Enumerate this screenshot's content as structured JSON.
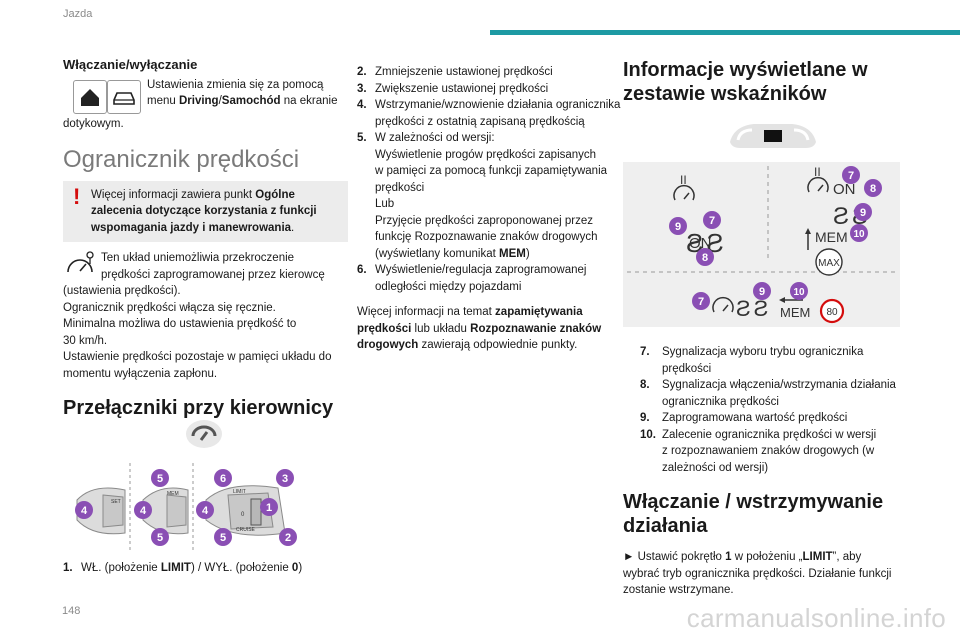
{
  "header": {
    "section": "Jazda",
    "page_number": "148"
  },
  "watermark": "carmanualsonline.info",
  "left": {
    "onoff_title": "Włączanie/wyłączanie",
    "onoff_text_1": "Ustawienia zmienia się za pomocą",
    "onoff_text_2a": "menu ",
    "onoff_text_2b": "Driving",
    "onoff_text_2c": "/",
    "onoff_text_2d": "Samochód",
    "onoff_text_2e": " na ekranie",
    "onoff_text_3": "dotykowym.",
    "limiter_title": "Ogranicznik prędkości",
    "warn_1a": "Więcej informacji zawiera punkt ",
    "warn_1b": "Ogólne",
    "warn_2": "zalecenia dotyczące korzystania z funkcji",
    "warn_3a": "wspomagania jazdy i manewrowania",
    "warn_3b": ".",
    "info_1": "Ten układ uniemożliwia przekroczenie",
    "info_2": "prędkości zaprogramowanej przez kierowcę",
    "info_3": "(ustawienia prędkości).",
    "para_1": "Ogranicznik prędkości włącza się ręcznie.",
    "para_2": "Minimalna możliwa do ustawienia prędkość to",
    "para_3": "30 km/h.",
    "para_4": "Ustawienie prędkości pozostaje w pamięci układu do",
    "para_5": "momentu wyłączenia zapłonu.",
    "switches_title": "Przełączniki przy kierownicy",
    "item1_n": "1.",
    "item1_a": "WŁ. (położenie ",
    "item1_b": "LIMIT",
    "item1_c": ") / WYŁ. (położenie ",
    "item1_d": "0",
    "item1_e": ")",
    "diagram_labels": {
      "b1": "1",
      "b2": "2",
      "b3": "3",
      "b4": "4",
      "b5": "5",
      "b6": "6",
      "mem": "MEM",
      "set": "SET",
      "limit": "LIMIT",
      "cruise": "CRUISE",
      "zero": "0"
    }
  },
  "middle": {
    "items": [
      {
        "n": "2.",
        "lines": [
          "Zmniejszenie ustawionej prędkości"
        ]
      },
      {
        "n": "3.",
        "lines": [
          "Zwiększenie ustawionej prędkości"
        ]
      },
      {
        "n": "4.",
        "lines": [
          "Wstrzymanie/wznowienie działania ogranicznika",
          "prędkości z ostatnią zapisaną prędkością"
        ]
      }
    ],
    "item5_n": "5.",
    "item5_lines": [
      "W zależności od wersji:",
      "Wyświetlenie progów prędkości zapisanych",
      "w pamięci za pomocą funkcji zapamiętywania",
      "prędkości",
      "Lub",
      "Przyjęcie prędkości zaproponowanej przez",
      "funkcję Rozpoznawanie znaków drogowych"
    ],
    "item5_last_a": "(wyświetlany komunikat ",
    "item5_last_b": "MEM",
    "item5_last_c": ")",
    "item6_n": "6.",
    "item6_lines": [
      "Wyświetlenie/regulacja zaprogramowanej",
      "odległości między pojazdami"
    ],
    "more_1a": "Więcej informacji na temat ",
    "more_1b": "zapamiętywania",
    "more_2a": "prędkości",
    "more_2b": " lub układu ",
    "more_2c": "Rozpoznawanie znaków",
    "more_3a": "drogowych",
    "more_3b": " zawierają odpowiednie punkty."
  },
  "right": {
    "info_title_1": "Informacje wyświetlane w",
    "info_title_2": "zestawie wskaźników",
    "cluster": {
      "b7": "7",
      "b8": "8",
      "b9": "9",
      "b10": "10",
      "on": "ON",
      "mem": "MEM",
      "max": "MAX",
      "speed_80": "80",
      "pause": "II"
    },
    "items": [
      {
        "n": "7.",
        "lines": [
          "Sygnalizacja wyboru trybu ogranicznika",
          "prędkości"
        ]
      },
      {
        "n": "8.",
        "lines": [
          "Sygnalizacja włączenia/wstrzymania działania",
          "ogranicznika prędkości"
        ]
      },
      {
        "n": "9.",
        "lines": [
          "Zaprogramowana wartość prędkości"
        ]
      },
      {
        "n": "10.",
        "lines": [
          "Zalecenie ogranicznika prędkości w wersji",
          "z rozpoznawaniem znaków drogowych (w",
          "zależności od wersji)"
        ]
      }
    ],
    "enable_title_1": "Włączanie / wstrzymywanie",
    "enable_title_2": "działania",
    "enable_1a": "► Ustawić pokrętło ",
    "enable_1b": "1",
    "enable_1c": " w położeniu „",
    "enable_1d": "LIMIT",
    "enable_1e": "”, aby",
    "enable_2": "wybrać tryb ogranicznika prędkości. Działanie funkcji",
    "enable_3": "zostanie wstrzymane."
  },
  "colors": {
    "accent": "#1d9aa3",
    "badge": "#8a4fb4",
    "warning": "#d40c0c",
    "speed_sign": "#d40c0c"
  }
}
